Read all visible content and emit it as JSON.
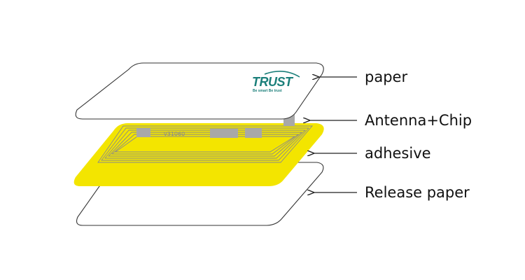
{
  "layers": [
    {
      "id": "paper",
      "label": "paper"
    },
    {
      "id": "antenna",
      "label": "Antenna+Chip"
    },
    {
      "id": "adhesive",
      "label": "adhesive"
    },
    {
      "id": "release",
      "label": "Release paper"
    }
  ],
  "logo": {
    "brand": "TRUST",
    "tagline": "Be smart  Be trust"
  },
  "inlay_marking": "v31060",
  "colors": {
    "adhesive": "#f3e500",
    "antenna": "#8a8a8a",
    "chip": "#a8a8a8",
    "logo": "#1b7f7a",
    "outline": "#333333",
    "arrow": "#222222"
  }
}
